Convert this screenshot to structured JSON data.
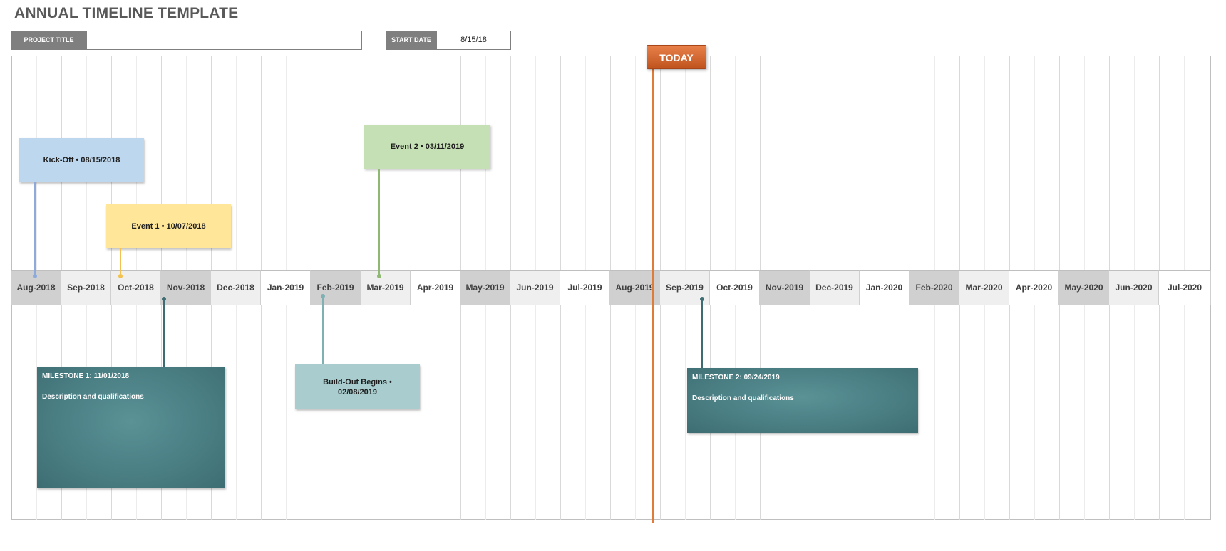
{
  "title": "ANNUAL TIMELINE TEMPLATE",
  "project_title": {
    "label": "PROJECT TITLE",
    "value": ""
  },
  "start_date": {
    "label": "START DATE",
    "value": "8/15/18"
  },
  "today_label": "TODAY",
  "months": [
    "Aug-2018",
    "Sep-2018",
    "Oct-2018",
    "Nov-2018",
    "Dec-2018",
    "Jan-2019",
    "Feb-2019",
    "Mar-2019",
    "Apr-2019",
    "May-2019",
    "Jun-2019",
    "Jul-2019",
    "Aug-2019",
    "Sep-2019",
    "Oct-2019",
    "Nov-2019",
    "Dec-2019",
    "Jan-2020",
    "Feb-2020",
    "Mar-2020",
    "Apr-2020",
    "May-2020",
    "Jun-2020",
    "Jul-2020"
  ],
  "shaded_months": [
    "Aug-2018",
    "Nov-2018",
    "Feb-2019",
    "May-2019",
    "Aug-2019",
    "Nov-2019",
    "Feb-2020",
    "May-2020"
  ],
  "light_months": [
    "Sep-2018",
    "Oct-2018",
    "Dec-2018",
    "Mar-2019",
    "Jun-2019",
    "Sep-2019",
    "Dec-2019",
    "Mar-2020",
    "Jun-2020"
  ],
  "events": {
    "kickoff": "Kick-Off • 08/15/2018",
    "event1": "Event 1 • 10/07/2018",
    "event2": "Event 2 • 03/11/2019",
    "buildout_line1": "Build-Out Begins •",
    "buildout_line2": "02/08/2019"
  },
  "milestones": {
    "m1_title": "MILESTONE 1: 11/01/2018",
    "m1_desc": "Description and qualifications",
    "m2_title": "MILESTONE 2: 09/24/2019",
    "m2_desc": "Description and qualifications"
  },
  "colors": {
    "kickoff": "#bdd7ee",
    "event1": "#ffe699",
    "event2": "#c5e0b4",
    "buildout": "#a9cdce",
    "milestone": "#4a7f84",
    "today": "#e07b39",
    "shaded_month": "#d0d0d0",
    "light_month": "#efefef"
  }
}
